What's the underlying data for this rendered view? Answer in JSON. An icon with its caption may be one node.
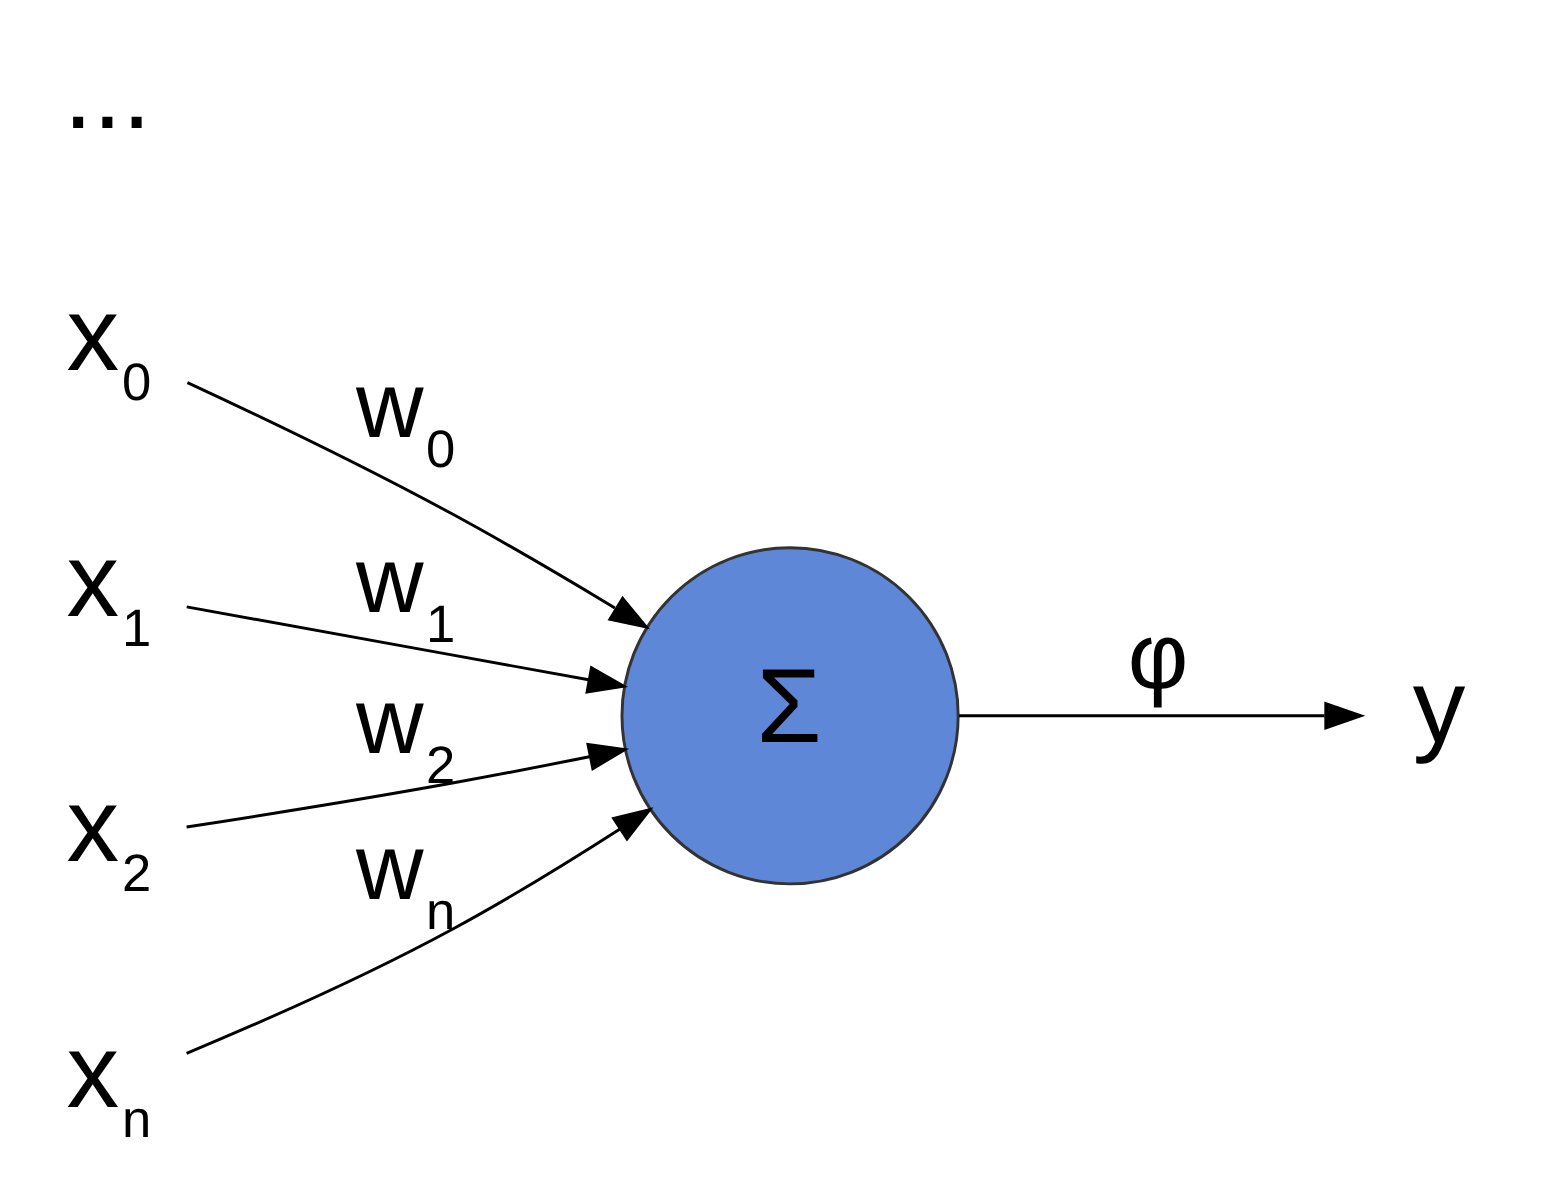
{
  "diagram": {
    "nodes": [
      {
        "text": [
          "x$_{0}$"
        ]
      },
      {
        "text": [
          "x$_{1}$"
        ]
      },
      {
        "text": [
          "x$_{2}$"
        ]
      },
      {
        "text": [
          "x$_{n}$"
        ]
      },
      {
        "text": [
          "Σ"
        ]
      },
      {
        "text": [
          "y"
        ]
      }
    ],
    "edges": [
      {
        "from": 0,
        "to": 4,
        "arrow": "to",
        "label": "w$_{0}$"
      },
      {
        "from": 1,
        "to": 4,
        "arrow": "to",
        "label": "w$_{1}$"
      },
      {
        "from": 2,
        "to": 4,
        "arrow": "to",
        "label": "w$_{2}$"
      },
      {
        "from": 3,
        "to": 4,
        "arrow": "to",
        "label": "w$_{n}$"
      },
      {
        "from": 4,
        "to": 5,
        "arrow": "to",
        "label": "φ"
      }
    ],
    "labels": [
      "..."
    ]
  }
}
